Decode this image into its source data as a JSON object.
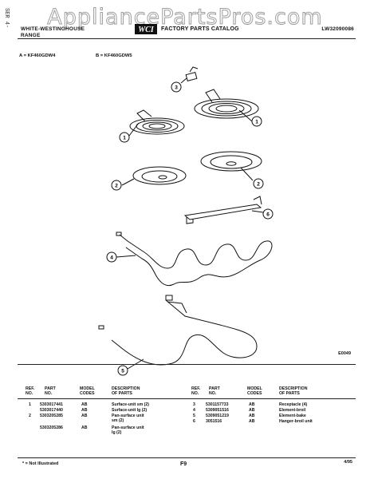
{
  "watermark": "AppliancePartsPros.com",
  "edge_text": "SER 4-",
  "header": {
    "brand_line1": "WHITE-WESTINGHOUSE",
    "brand_line2": "RANGE",
    "logo_text": "WCI",
    "catalog_title": "FACTORY PARTS CATALOG",
    "doc_number": "LW32090086"
  },
  "models": {
    "a": "A = KF460GDW4",
    "b": "B = KF460GDW5"
  },
  "figure_number": "E0049",
  "callouts": [
    "1",
    "1",
    "2",
    "2",
    "3",
    "4",
    "5",
    "6"
  ],
  "table": {
    "headers": {
      "ref": "REF.\nNO.",
      "part": "PART\nNO.",
      "model": "MODEL\nCODES",
      "desc": "DESCRIPTION\nOF PARTS"
    },
    "left_rows": [
      {
        "ref": "1",
        "part": "5303017441",
        "model": "AB",
        "desc": "Surface-unit sm (2)"
      },
      {
        "ref": "",
        "part": "5303017440",
        "model": "AB",
        "desc": "Surface-unit lg (2)"
      },
      {
        "ref": "2",
        "part": "5303205285",
        "model": "AB",
        "desc": "Pan-surface unit\nsm (2)"
      },
      {
        "ref": "",
        "part": "5303205286",
        "model": "AB",
        "desc": "Pan-surface unit\nlg (2)"
      }
    ],
    "right_rows": [
      {
        "ref": "3",
        "part": "5301157733",
        "model": "AB",
        "desc": "Receptacle (4)"
      },
      {
        "ref": "4",
        "part": "5309051516",
        "model": "AB",
        "desc": "Element-broil"
      },
      {
        "ref": "5",
        "part": "5309051219",
        "model": "AB",
        "desc": "Element-bake"
      },
      {
        "ref": "6",
        "part": "3051516",
        "model": "AB",
        "desc": "Hanger-broil unit"
      }
    ]
  },
  "footer": {
    "note": "* = Not Illustrated",
    "page": "F9",
    "date": "4/95"
  }
}
